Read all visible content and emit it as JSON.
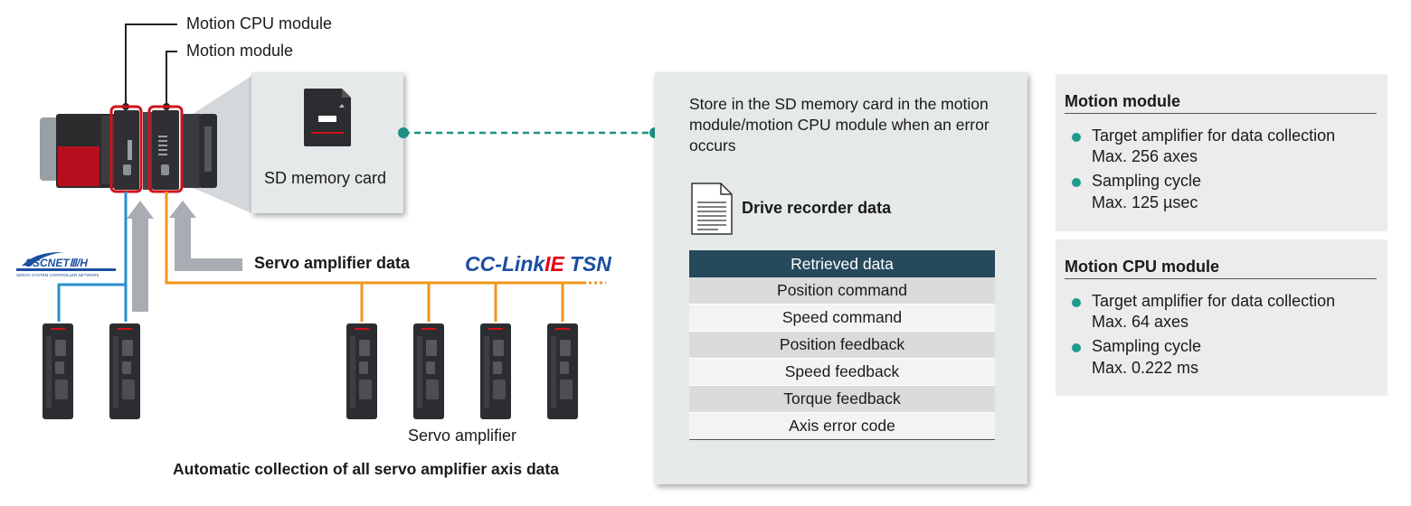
{
  "callouts": {
    "motion_cpu_module": "Motion CPU module",
    "motion_module": "Motion module"
  },
  "sd_card_label": "SD memory card",
  "servo_amplifier_data_label": "Servo amplifier data",
  "networks": {
    "sscnet_logo": "SSCNETⅢ/H",
    "sscnet_tagline": "SERVO SYSTEM CONTROLLER NETWORK",
    "cclink_logo_a": "CC-Link",
    "cclink_logo_b": "IE",
    "cclink_logo_c": "TSN"
  },
  "servo_amplifier_label": "Servo amplifier",
  "bottom_caption": "Automatic collection of all servo amplifier axis data",
  "center_panel": {
    "store_text": "Store in the SD memory card in the motion module/motion CPU module when an error occurs",
    "drive_recorder_title": "Drive recorder data",
    "table_header": "Retrieved data",
    "table_rows": [
      "Position command",
      "Speed command",
      "Position feedback",
      "Speed feedback",
      "Torque feedback",
      "Axis error code"
    ]
  },
  "motion_module_box": {
    "title": "Motion module",
    "bullets": [
      {
        "line1": "Target amplifier for data collection",
        "line2": "Max. 256 axes"
      },
      {
        "line1": "Sampling cycle",
        "line2": "Max. 125 µsec"
      }
    ]
  },
  "motion_cpu_box": {
    "title": "Motion CPU module",
    "bullets": [
      {
        "line1": "Target amplifier for data collection",
        "line2": "Max. 64 axes"
      },
      {
        "line1": "Sampling cycle",
        "line2": "Max. 0.222 ms"
      }
    ]
  },
  "colors": {
    "sscnet_blue": "#2a8fcf",
    "cclink_orange": "#f0961e",
    "header_navy": "#26495c",
    "bullet_teal": "#1f9b8c",
    "callout_red": "#d0121b",
    "dashed_teal": "#1f8f86",
    "logo_blue": "#1b4fa0",
    "logo_red": "#e60012"
  }
}
